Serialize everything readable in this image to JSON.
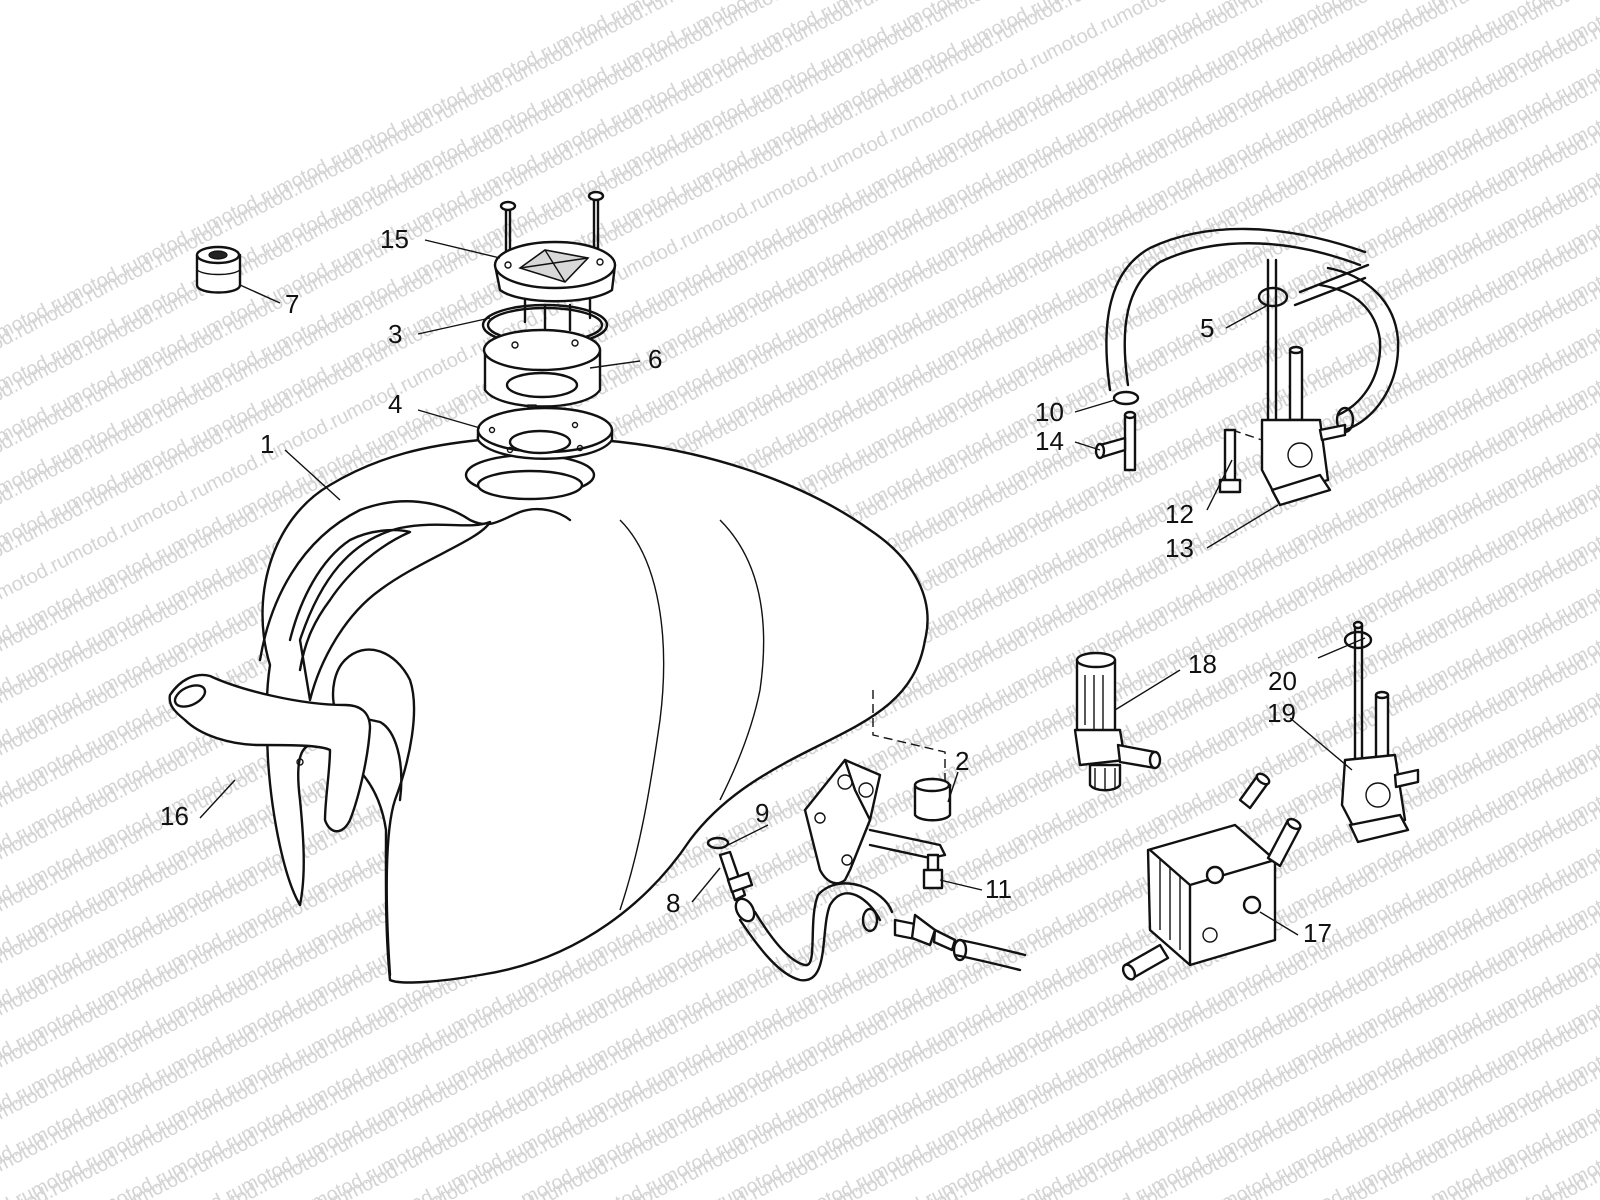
{
  "watermark": {
    "text": "motod.ru"
  },
  "callouts": [
    {
      "id": "1",
      "label": "1"
    },
    {
      "id": "2",
      "label": "2"
    },
    {
      "id": "3",
      "label": "3"
    },
    {
      "id": "4",
      "label": "4"
    },
    {
      "id": "5",
      "label": "5"
    },
    {
      "id": "6",
      "label": "6"
    },
    {
      "id": "7",
      "label": "7"
    },
    {
      "id": "8",
      "label": "8"
    },
    {
      "id": "9",
      "label": "9"
    },
    {
      "id": "10",
      "label": "10"
    },
    {
      "id": "11",
      "label": "11"
    },
    {
      "id": "12",
      "label": "12"
    },
    {
      "id": "13",
      "label": "13"
    },
    {
      "id": "14",
      "label": "14"
    },
    {
      "id": "15",
      "label": "15"
    },
    {
      "id": "16",
      "label": "16"
    },
    {
      "id": "17",
      "label": "17"
    },
    {
      "id": "18",
      "label": "18"
    },
    {
      "id": "19",
      "label": "19"
    },
    {
      "id": "20",
      "label": "20"
    }
  ]
}
